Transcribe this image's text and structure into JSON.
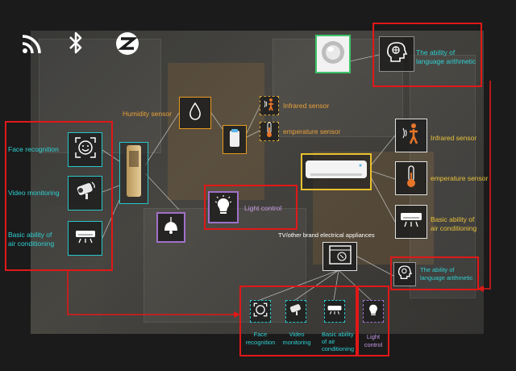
{
  "colors": {
    "red_frame": "#e01818",
    "cyan": "#29c6c9",
    "yellow_label": "#e8c23a",
    "orange": "#e69b1f",
    "green": "#3ec46a",
    "purple": "#a070c8",
    "background": "#1b1b1b"
  },
  "connectivity": {
    "icons": [
      "wifi-icon",
      "bluetooth-icon",
      "zigbee-icon"
    ]
  },
  "left_group": {
    "face_recognition": "Face recognition",
    "video_monitoring": "Video monitoring",
    "ac_line1": "Basic ability of",
    "ac_line2": "air conditioning"
  },
  "humidity_sensor": "Humidity sensor",
  "infrared_sensor_top": "Infrared sensor",
  "temperature_sensor_top": "emperature sensor",
  "light_control": "Light control",
  "top_right": {
    "line1": "The ability of",
    "line2": "language arithmetic"
  },
  "right_group": {
    "infrared_sensor": "Infrared sensor",
    "temperature_sensor": "emperature sensor",
    "ac_line1": "Basic ability of",
    "ac_line2": "air conditioning"
  },
  "tv_label": "TV/other brand electrical appliances",
  "mid_right": {
    "line1": "The ability of",
    "line2": "language arithmetic"
  },
  "bottom_group": {
    "face_line1": "Face",
    "face_line2": "recognition",
    "video_line1": "Video",
    "video_line2": "monitoring",
    "ac_line1": "Basic ability",
    "ac_line2": "of air",
    "ac_line3": "conditioning",
    "light_line1": "Light",
    "light_line2": "control"
  }
}
